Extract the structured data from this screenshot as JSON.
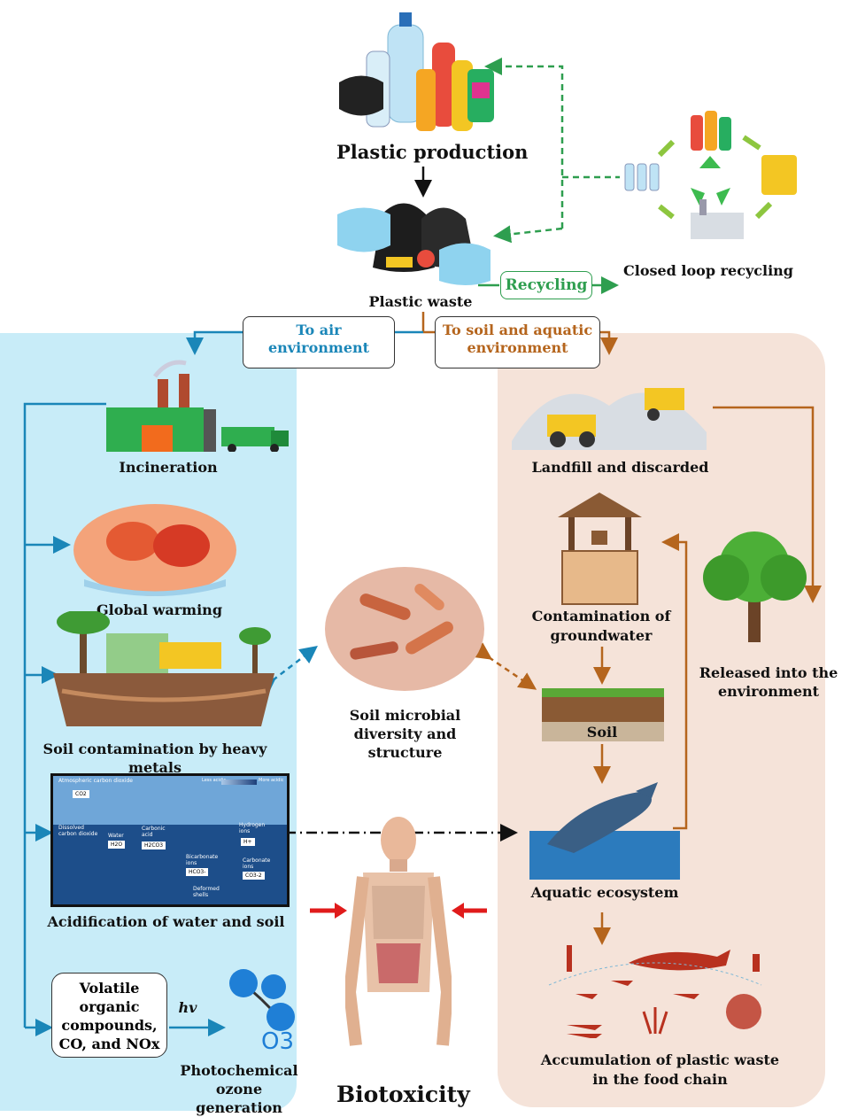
{
  "top": {
    "production": "Plastic production",
    "waste": "Plastic waste",
    "recycling": "Recycling",
    "closed_loop": "Closed loop recycling",
    "to_air": "To air environment",
    "to_soil": "To soil and aquatic environment"
  },
  "left": {
    "incineration": "Incineration",
    "global_warming": "Global warming",
    "soil_contamination": "Soil contamination by heavy metals",
    "acidification": "Acidification of water and soil",
    "voc": "Volatile organic compounds, CO, and NOx",
    "hv": "hv",
    "ozone": "Photochemical ozone generation",
    "ozone_formula": "O3"
  },
  "middle": {
    "microbial": "Soil microbial diversity and structure",
    "biotoxicity": "Biotoxicity"
  },
  "right": {
    "landfill": "Landfill and discarded",
    "groundwater": "Contamination of groundwater",
    "soil": "Soil",
    "aquatic": "Aquatic ecosystem",
    "released": "Released into the environment",
    "food_chain": "Accumulation of plastic waste in the food chain"
  },
  "acid_panel": {
    "step1": "Atmospheric carbon dioxide",
    "co2": "CO2",
    "dissolved": "Dissolved carbon dioxide",
    "water": "Water",
    "h2o": "H2O",
    "carbonic": "Carbonic acid",
    "h2co3": "H2CO3",
    "hydrogen": "Hydrogen ions",
    "hplus": "H+",
    "bicarbonate": "Bicarbonate ions",
    "hco3": "HCO3-",
    "carbonate": "Carbonate ions",
    "co3": "CO3-2",
    "shells": "Deformed shells",
    "less": "Less acidic",
    "more": "More acidic"
  },
  "colors": {
    "blue_arrow": "#1a86b8",
    "brown_arrow": "#b5651d",
    "green_arrow": "#2e9e4f",
    "red_arrow": "#e01b1b",
    "left_panel": "#c8ecf8",
    "right_panel": "#f5e3d9"
  }
}
